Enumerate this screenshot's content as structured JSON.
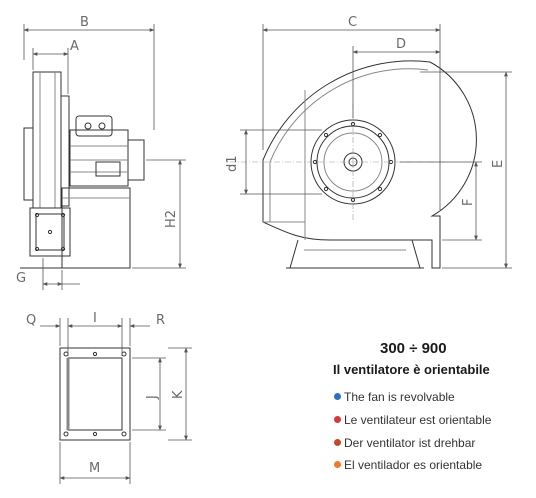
{
  "dimensions": {
    "B": "B",
    "A": "A",
    "C": "C",
    "D": "D",
    "E": "E",
    "F": "F",
    "d1": "d1",
    "H2": "H2",
    "G": "G",
    "Q": "Q",
    "I": "I",
    "R": "R",
    "J": "J",
    "K": "K",
    "M": "M"
  },
  "caption": {
    "range": "300 ÷ 900",
    "subtitle": "Il ventilatore è orientabile"
  },
  "notes": [
    {
      "text": "The fan is revolvable",
      "color": "#2e6fc4"
    },
    {
      "text": "Le ventilateur est orientable",
      "color": "#d23a3a"
    },
    {
      "text": "Der ventilator ist drehbar",
      "color": "#c24a2a"
    },
    {
      "text": "El ventilador es orientable",
      "color": "#f07a2a"
    }
  ]
}
